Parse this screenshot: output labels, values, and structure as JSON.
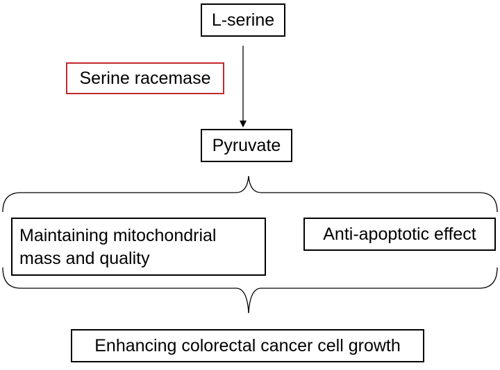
{
  "diagram": {
    "nodes": {
      "lserine": "L-serine",
      "enzyme": "Serine racemase",
      "pyruvate": "Pyruvate",
      "mito_line1": "Maintaining mitochondrial",
      "mito_line2": "mass and quality",
      "antiapoptotic": "Anti-apoptotic effect",
      "growth": "Enhancing colorectal cancer cell growth"
    },
    "colors": {
      "enzyme_border": "#c0282d",
      "default_border": "#000000"
    }
  }
}
